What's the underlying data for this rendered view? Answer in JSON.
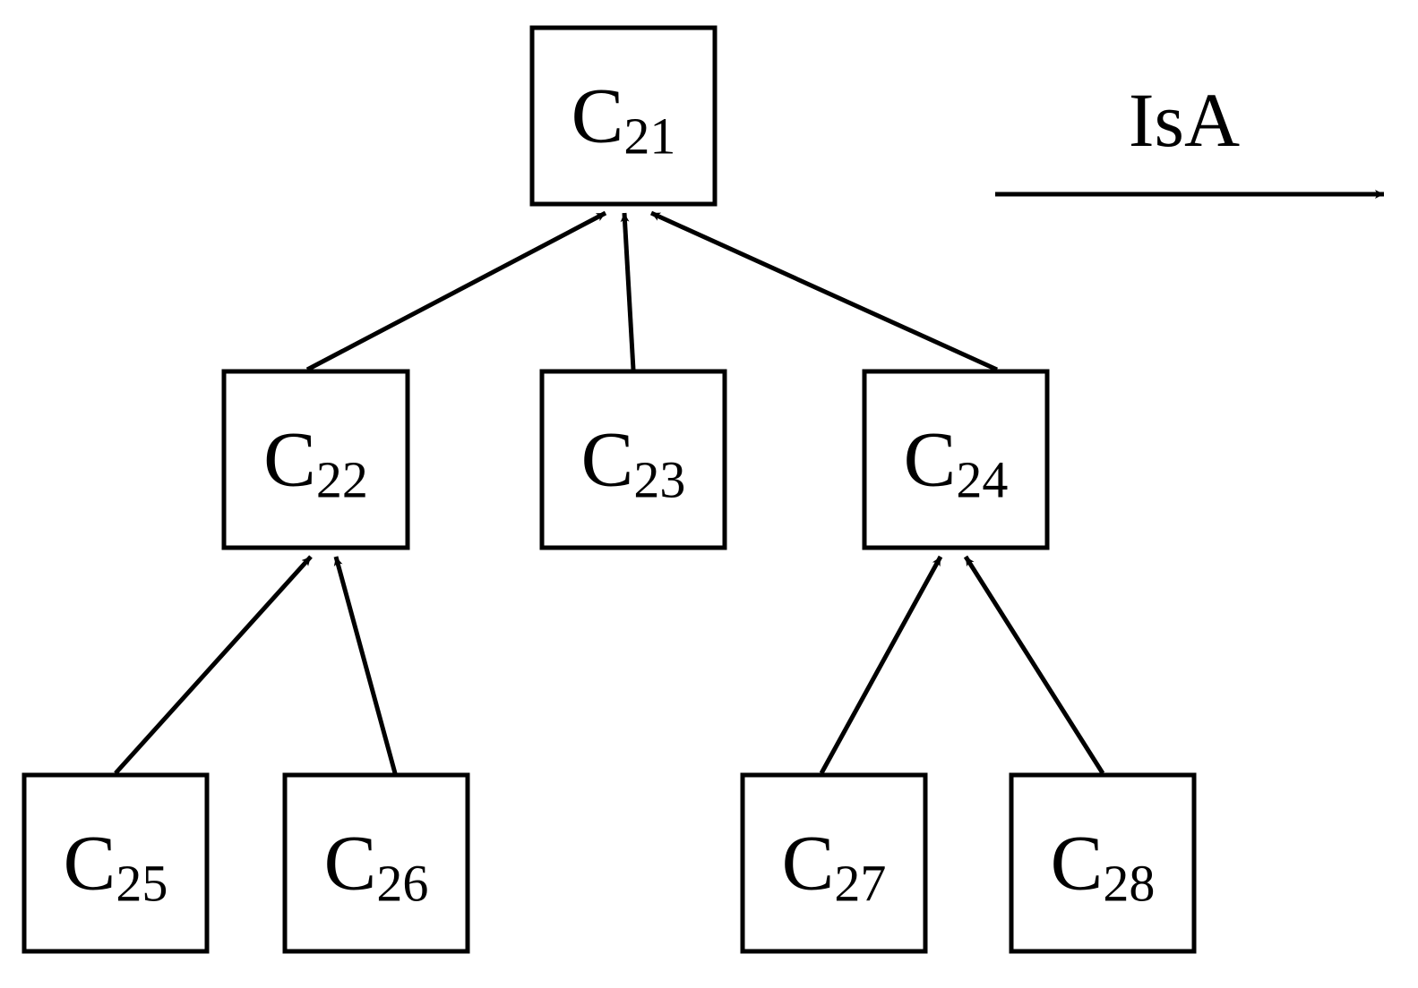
{
  "diagram": {
    "legend": {
      "label": "IsA"
    },
    "nodes": [
      {
        "id": "c21",
        "letter": "C",
        "sub": "21"
      },
      {
        "id": "c22",
        "letter": "C",
        "sub": "22"
      },
      {
        "id": "c23",
        "letter": "C",
        "sub": "23"
      },
      {
        "id": "c24",
        "letter": "C",
        "sub": "24"
      },
      {
        "id": "c25",
        "letter": "C",
        "sub": "25"
      },
      {
        "id": "c26",
        "letter": "C",
        "sub": "26"
      },
      {
        "id": "c27",
        "letter": "C",
        "sub": "27"
      },
      {
        "id": "c28",
        "letter": "C",
        "sub": "28"
      }
    ],
    "edges": [
      {
        "from": "c22",
        "to": "c21",
        "relation": "IsA"
      },
      {
        "from": "c23",
        "to": "c21",
        "relation": "IsA"
      },
      {
        "from": "c24",
        "to": "c21",
        "relation": "IsA"
      },
      {
        "from": "c25",
        "to": "c22",
        "relation": "IsA"
      },
      {
        "from": "c26",
        "to": "c22",
        "relation": "IsA"
      },
      {
        "from": "c27",
        "to": "c24",
        "relation": "IsA"
      },
      {
        "from": "c28",
        "to": "c24",
        "relation": "IsA"
      }
    ]
  }
}
